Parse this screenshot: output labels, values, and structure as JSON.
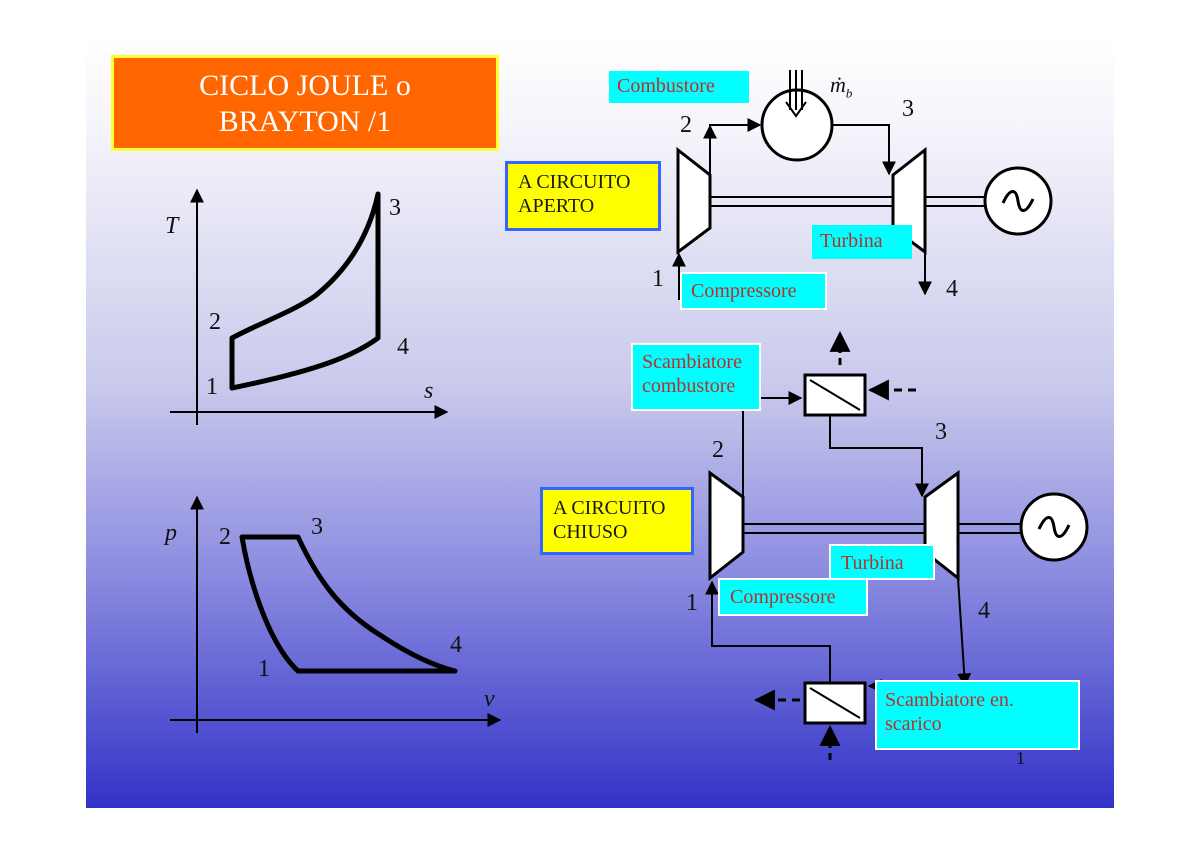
{
  "title": {
    "line1": "CICLO JOULE o",
    "line2": "BRAYTON /1"
  },
  "ts_diagram": {
    "y_axis": "T",
    "x_axis": "s",
    "points": [
      "1",
      "2",
      "3",
      "4"
    ]
  },
  "pv_diagram": {
    "y_axis": "p",
    "x_axis": "v",
    "points": [
      "1",
      "2",
      "3",
      "4"
    ]
  },
  "open_cycle": {
    "label_line1": "A CIRCUITO",
    "label_line2": "APERTO",
    "combustor": "Combustore",
    "fuel_flow": "ṁ",
    "fuel_flow_sub": "b",
    "turbine": "Turbina",
    "compressor": "Compressore",
    "points": [
      "1",
      "2",
      "3",
      "4"
    ]
  },
  "closed_cycle": {
    "label_line1": "A CIRCUITO",
    "label_line2": "CHIUSO",
    "heat_exchanger_top_line1": "Scambiatore",
    "heat_exchanger_top_line2": "combustore",
    "heat_exchanger_bottom_line1": "Scambiatore en.",
    "heat_exchanger_bottom_line2": "scarico",
    "turbine": "Turbina",
    "compressor": "Compressore",
    "points": [
      "1",
      "2",
      "3",
      "4"
    ]
  },
  "page_number": "1",
  "colors": {
    "title_bg": "#ff6600",
    "title_border": "#ffff33",
    "label_cyan": "#00ffff",
    "label_yellow": "#ffff00",
    "label_text": "#b8302a"
  }
}
